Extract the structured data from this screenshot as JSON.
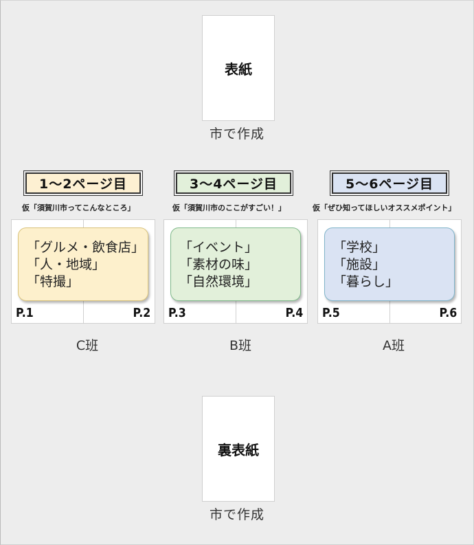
{
  "front_cover": {
    "label": "表紙",
    "caption": "市で作成"
  },
  "back_cover": {
    "label": "裏表紙",
    "caption": "市で作成"
  },
  "sections": [
    {
      "title": "1～2ページ目",
      "subtitle": "仮「須賀川市ってこんなところ」",
      "title_bg": "#fdf0d2",
      "box_bg": "#fdf0cc",
      "box_border": "#d9c27a",
      "topics": [
        "「グルメ・飲食店」",
        "「人・地域」",
        "「特撮」"
      ],
      "page_left": "P.1",
      "page_right": "P.2",
      "team": "C班"
    },
    {
      "title": "3～4ページ目",
      "subtitle": "仮「須賀川市のここがすごい！」",
      "title_bg": "#e2f0da",
      "box_bg": "#e2f0da",
      "box_border": "#7fb98a",
      "topics": [
        "「イベント」",
        "「素材の味」",
        "「自然環境」"
      ],
      "page_left": "P.3",
      "page_right": "P.4",
      "team": "B班"
    },
    {
      "title": "5～6ページ目",
      "subtitle": "仮「ぜひ知ってほしいオススメポイント」",
      "title_bg": "#dae3f3",
      "box_bg": "#dae3f3",
      "box_border": "#7fb3c9",
      "topics": [
        "「学校」",
        "「施設」",
        "「暮らし」"
      ],
      "page_left": "P.5",
      "page_right": "P.6",
      "team": "A班"
    }
  ]
}
